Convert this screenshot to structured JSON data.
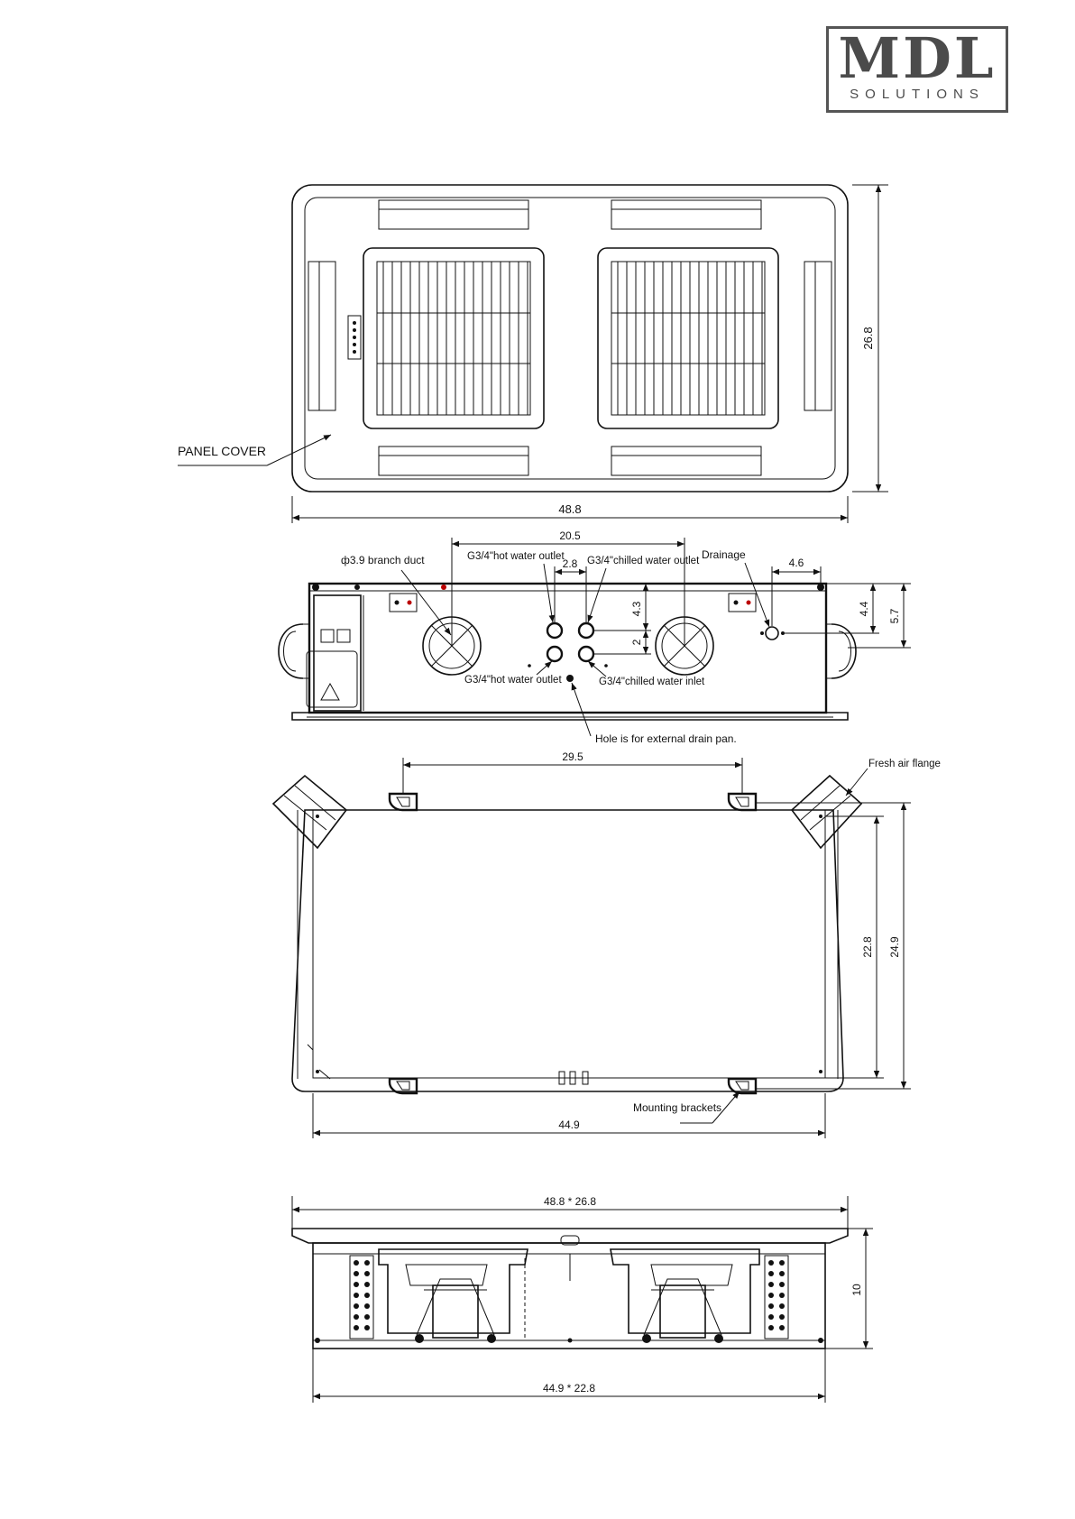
{
  "logo": {
    "main": "MDL",
    "sub": "SOLUTIONS"
  },
  "top_view": {
    "panel_cover_label": "PANEL COVER",
    "width_dim": "48.8",
    "height_dim": "26.8"
  },
  "side_view": {
    "dim_20_5": "20.5",
    "dim_2_8": "2.8",
    "dim_4_6": "4.6",
    "dim_4_3": "4.3",
    "dim_2": "2",
    "dim_4_4": "4.4",
    "dim_5_7": "5.7",
    "branch_duct": "ф3.9 branch duct",
    "hot_outlet_top": "G3/4\"hot water outlet",
    "chilled_outlet": "G3/4\"chilled water outlet",
    "drainage": "Drainage",
    "hot_outlet_bottom": "G3/4\"hot water outlet",
    "chilled_inlet": "G3/4\"chilled water inlet",
    "drain_hole": "Hole is for external drain pan."
  },
  "bottom_view": {
    "dim_29_5": "29.5",
    "fresh_air": "Fresh air flange",
    "dim_22_8": "22.8",
    "dim_24_9": "24.9",
    "mounting": "Mounting brackets",
    "dim_44_9": "44.9"
  },
  "front_view": {
    "panel_dim": "48.8 * 26.8",
    "body_dim": "44.9 * 22.8",
    "height_dim": "10"
  }
}
